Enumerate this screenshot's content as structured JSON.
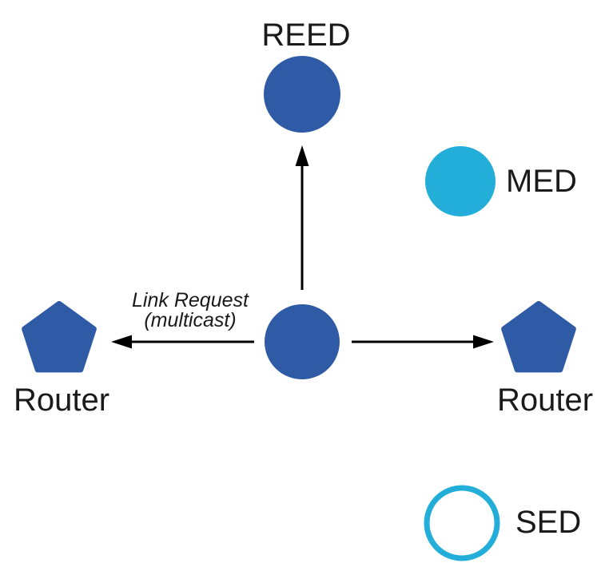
{
  "diagram": {
    "background": "#ffffff",
    "nodes": {
      "reed": {
        "label": "REED",
        "shape": "filled-circle"
      },
      "med": {
        "label": "MED",
        "shape": "filled-circle"
      },
      "sed": {
        "label": "SED",
        "shape": "outlined-circle"
      },
      "router_left": {
        "label": "Router",
        "shape": "pentagon"
      },
      "router_right": {
        "label": "Router",
        "shape": "pentagon"
      },
      "sender": {
        "label": "",
        "shape": "filled-circle"
      }
    },
    "annotation": {
      "line1": "Link Request",
      "line2": "(multicast)"
    },
    "colors": {
      "node_blue": "#2E5AA6",
      "node_cyan": "#23AEDA",
      "arrow": "#000000",
      "text": "#1a1a1a",
      "sed_fill": "#ffffff"
    }
  }
}
